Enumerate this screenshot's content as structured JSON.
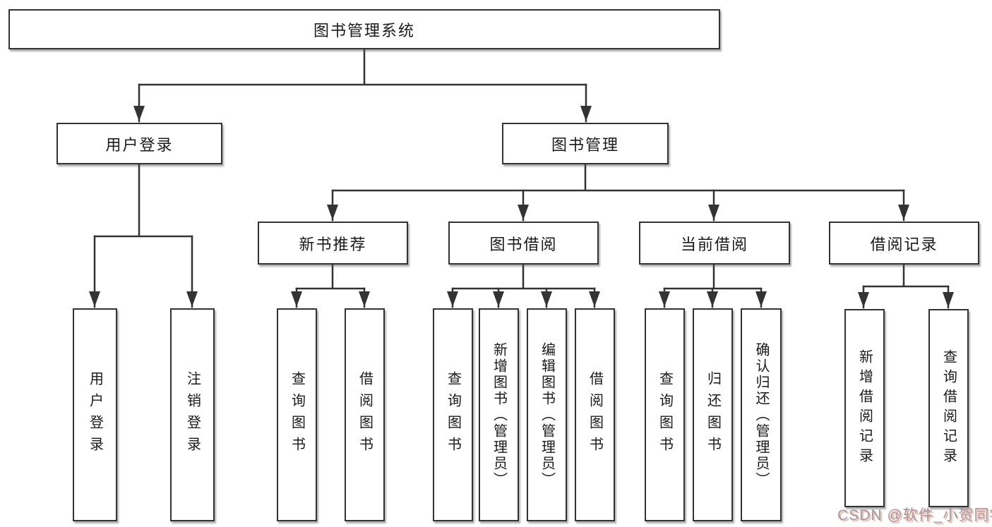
{
  "diagram": {
    "root": {
      "label": "图书管理系统"
    },
    "level2": [
      {
        "label": "用户登录"
      },
      {
        "label": "图书管理"
      }
    ],
    "level3": [
      {
        "label": "新书推荐",
        "parent": "图书管理"
      },
      {
        "label": "图书借阅",
        "parent": "图书管理"
      },
      {
        "label": "当前借阅",
        "parent": "图书管理"
      },
      {
        "label": "借阅记录",
        "parent": "图书管理"
      }
    ],
    "leaves": [
      {
        "label": "用户登录",
        "parent": "用户登录"
      },
      {
        "label": "注销登录",
        "parent": "用户登录"
      },
      {
        "label": "查询图书",
        "parent": "新书推荐"
      },
      {
        "label": "借阅图书",
        "parent": "新书推荐"
      },
      {
        "label": "查询图书",
        "parent": "图书借阅"
      },
      {
        "label": "新增图书（管理员）",
        "parent": "图书借阅"
      },
      {
        "label": "编辑图书（管理员）",
        "parent": "图书借阅"
      },
      {
        "label": "借阅图书",
        "parent": "图书借阅"
      },
      {
        "label": "查询图书",
        "parent": "当前借阅"
      },
      {
        "label": "归还图书",
        "parent": "当前借阅"
      },
      {
        "label": "确认归还（管理员）",
        "parent": "当前借阅"
      },
      {
        "label": "新增借阅记录",
        "parent": "借阅记录"
      },
      {
        "label": "查询借阅记录",
        "parent": "借阅记录"
      }
    ],
    "watermark": "CSDN @软件_小贺同学",
    "colors": {
      "line": "#333333",
      "box_border": "#333333",
      "text": "#1a1a1a",
      "watermark_gray": "#9b9ba3",
      "watermark_red": "#fc5531"
    }
  }
}
